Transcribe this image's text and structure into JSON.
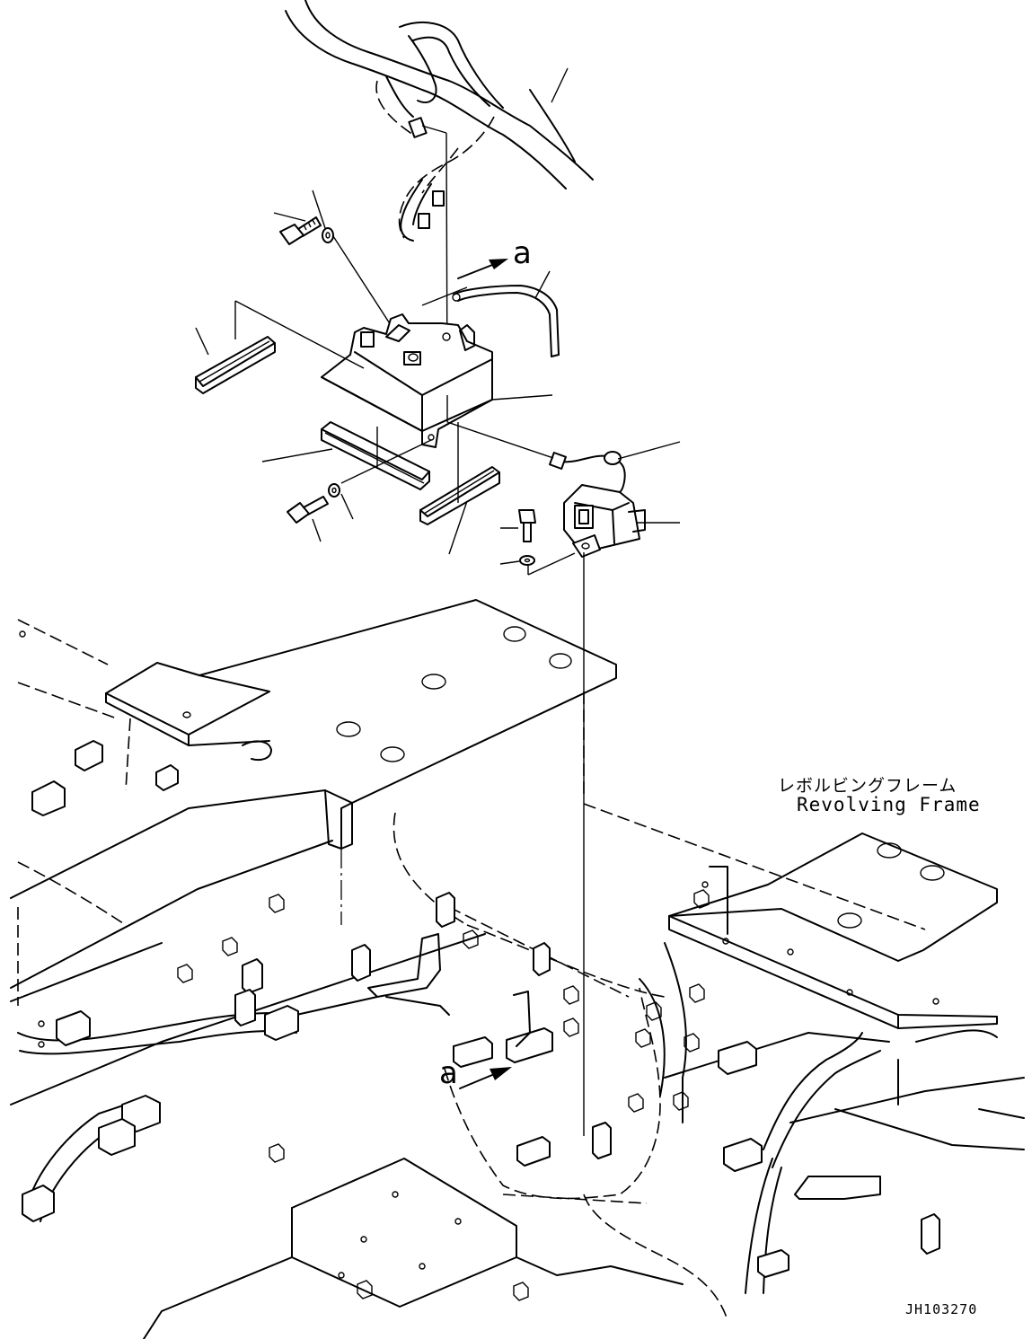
{
  "labels": {
    "frame_jp": "レボルビングフレーム",
    "frame_en": "Revolving Frame",
    "drawing_number": "JH103270",
    "view_arrow_top": "a",
    "view_arrow_bottom": "a"
  },
  "colors": {
    "line": "#000000",
    "background": "#ffffff"
  }
}
